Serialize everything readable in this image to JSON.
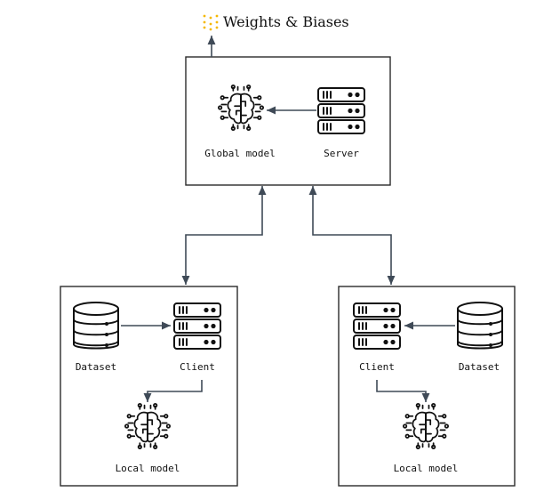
{
  "brand": {
    "name": "Weights & Biases",
    "logo_color": "#f5b800"
  },
  "server_box": {
    "model_label": "Global model",
    "server_label": "Server"
  },
  "client_left": {
    "dataset_label": "Dataset",
    "client_label": "Client",
    "model_label": "Local model"
  },
  "client_right": {
    "client_label": "Client",
    "dataset_label": "Dataset",
    "model_label": "Local model"
  },
  "colors": {
    "connector": "#3f4a57",
    "box_border": "#2b2b2b",
    "icon": "#111111"
  },
  "icons": [
    "wandb-logo-icon",
    "brain-circuit-icon",
    "server-rack-icon",
    "database-icon"
  ]
}
